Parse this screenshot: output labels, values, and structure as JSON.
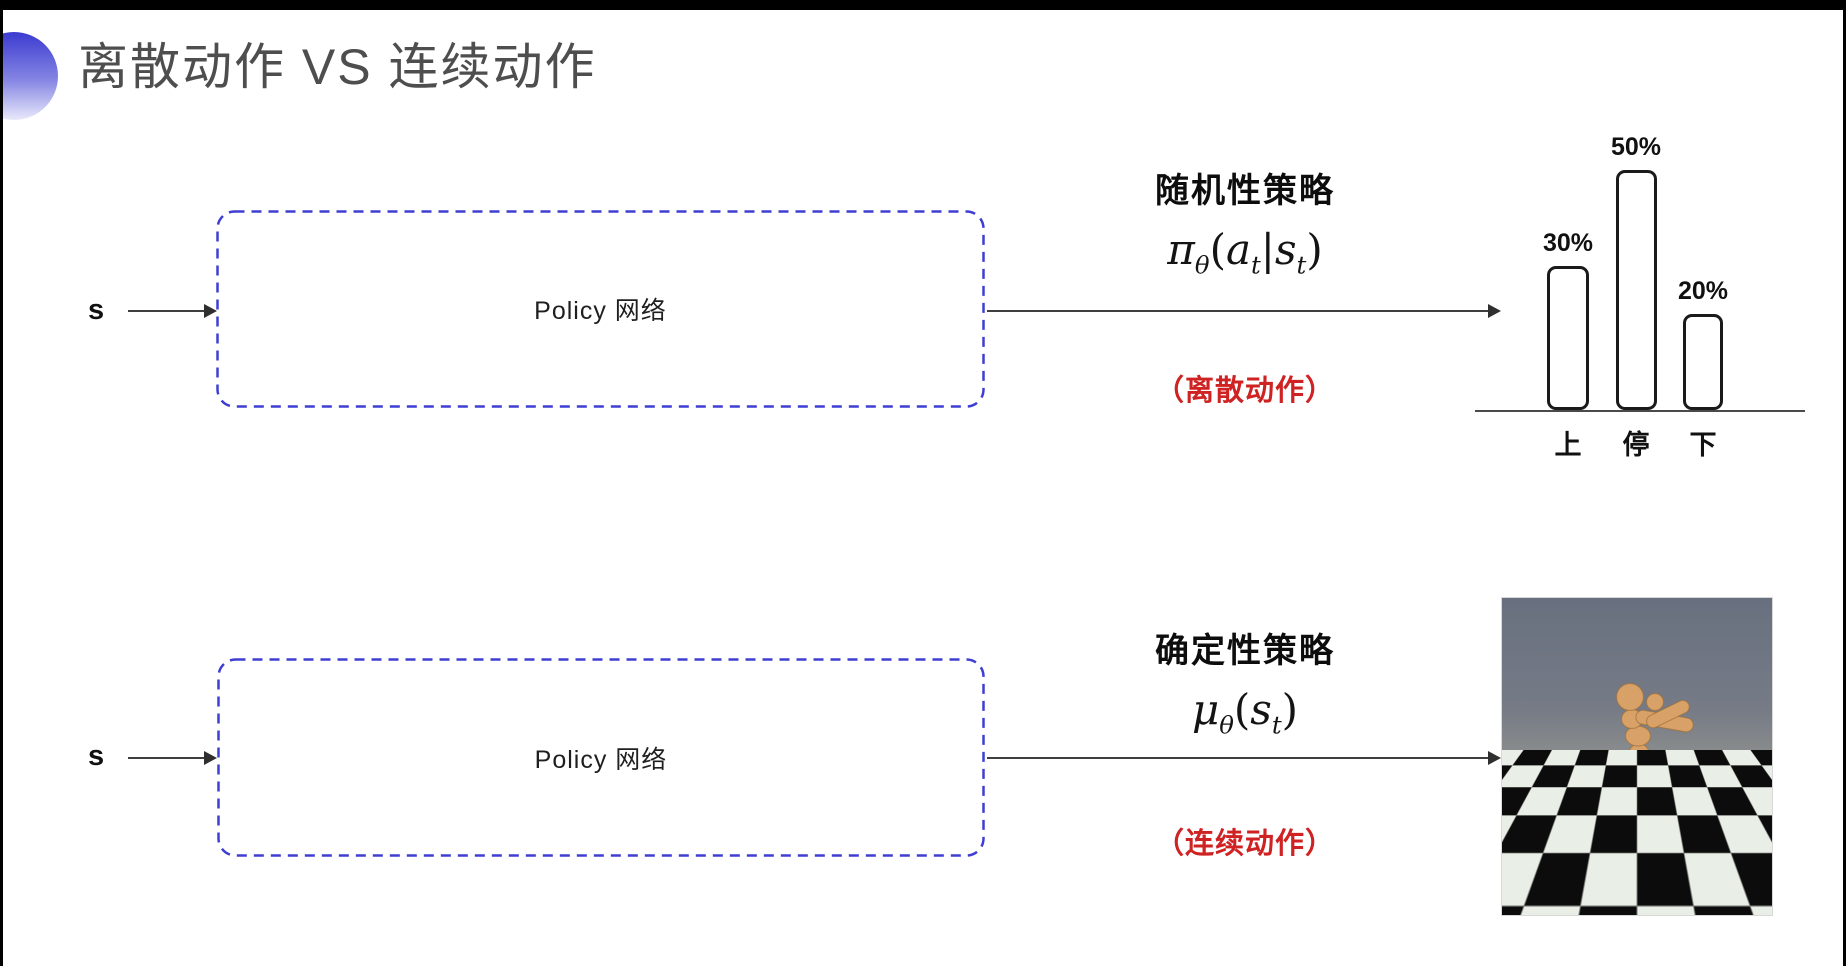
{
  "title": {
    "text": "离散动作 VS 连续动作"
  },
  "colors": {
    "accent_blue": "#3e3ed2",
    "note_red": "#cf2222",
    "title_gray": "#4e4e4e"
  },
  "top": {
    "input": "s",
    "box_label": "Policy 网络",
    "policy_name": "随机性策略",
    "formula": {
      "sym": "π",
      "sym_sub": "θ",
      "lp": "(",
      "arg1": "a",
      "arg1_sub": "t",
      "pipe": "|",
      "arg2": "s",
      "arg2_sub": "t",
      "rp": ")"
    },
    "action_note": "（离散动作）"
  },
  "bottom": {
    "input": "s",
    "box_label": "Policy 网络",
    "policy_name": "确定性策略",
    "formula": {
      "sym": "μ",
      "sym_sub": "θ",
      "lp": "(",
      "arg1": "s",
      "arg1_sub": "t",
      "rp": ")"
    },
    "action_note": "（连续动作）"
  },
  "chart_data": {
    "type": "bar",
    "categories": [
      "上",
      "停",
      "下"
    ],
    "values": [
      30,
      50,
      20
    ],
    "value_labels": [
      "30%",
      "50%",
      "20%"
    ],
    "ylim": [
      0,
      55
    ],
    "grid": false,
    "legend": false
  },
  "robot_image": {
    "icon": "humanoid-robot-simulation"
  }
}
